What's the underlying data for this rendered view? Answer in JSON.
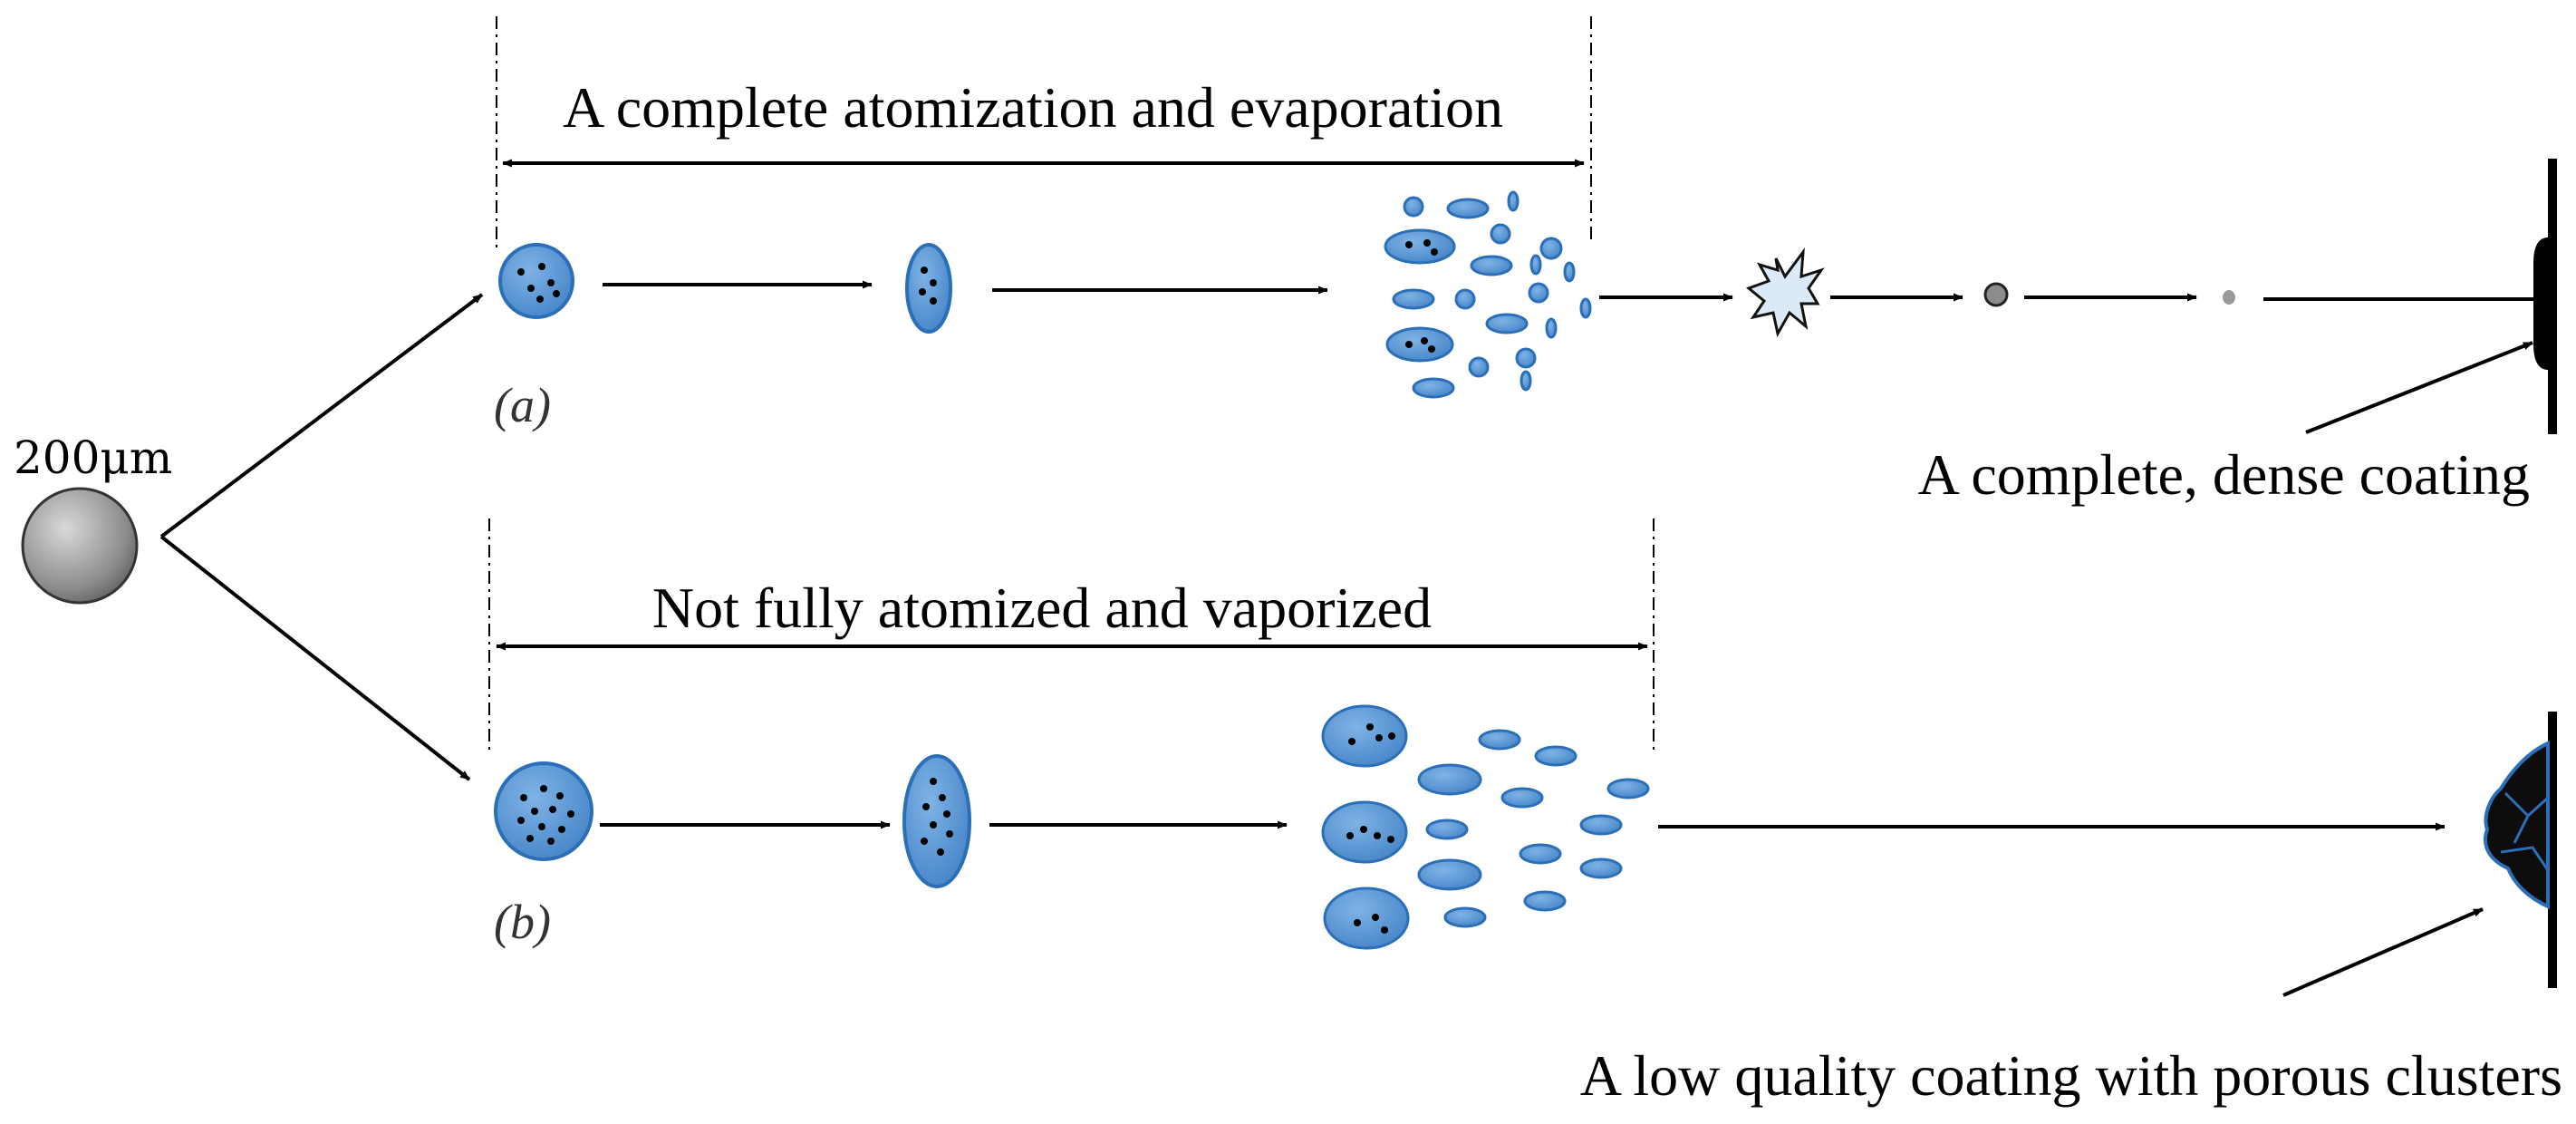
{
  "source_particle": {
    "size_label": "200μm"
  },
  "paths": {
    "a": {
      "tag": "(a)",
      "span_label": "A complete atomization and evaporation",
      "result_label": "A complete, dense coating"
    },
    "b": {
      "tag": "(b)",
      "span_label": "Not fully atomized and vaporized",
      "result_label": "A low quality coating with porous clusters"
    }
  },
  "colors": {
    "droplet_fill": "#4f8fd0",
    "droplet_edge": "#2a6fb8",
    "source_particle": "#8c8c8c",
    "ink": "#000000",
    "flash_fill": "#dce9f7"
  }
}
